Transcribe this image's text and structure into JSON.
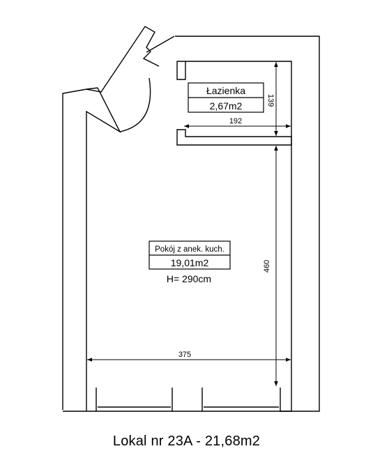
{
  "rooms": {
    "bathroom": {
      "name": "Łazienka",
      "area": "2,67m2"
    },
    "main": {
      "name": "Pokój z anek. kuch.",
      "area": "19,01m2",
      "height": "H= 290cm"
    }
  },
  "dimensions": {
    "bathroom_width": "192",
    "bathroom_depth": "139",
    "main_width": "375",
    "main_depth": "460"
  },
  "caption": "Lokal nr 23A - 21,68m2"
}
